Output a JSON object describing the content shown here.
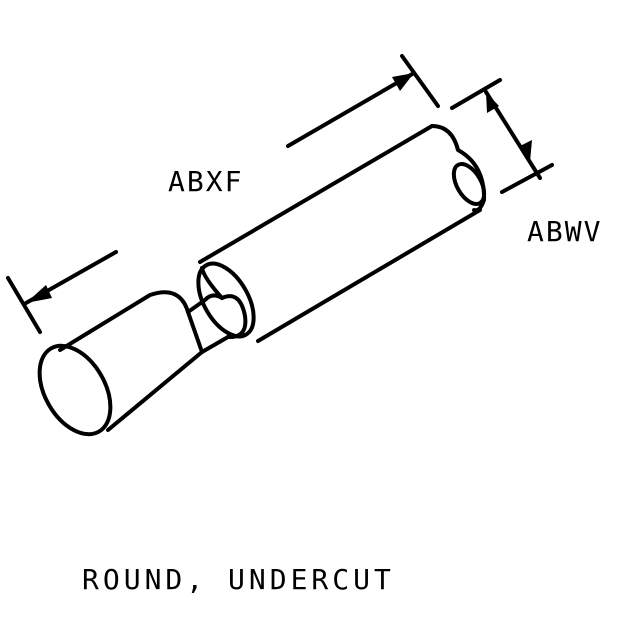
{
  "labels": {
    "length_dimension": "ABXF",
    "diameter_dimension": "ABWV"
  },
  "caption": "ROUND, UNDERCUT",
  "colors": {
    "ink": "#000000",
    "background": "#ffffff"
  }
}
